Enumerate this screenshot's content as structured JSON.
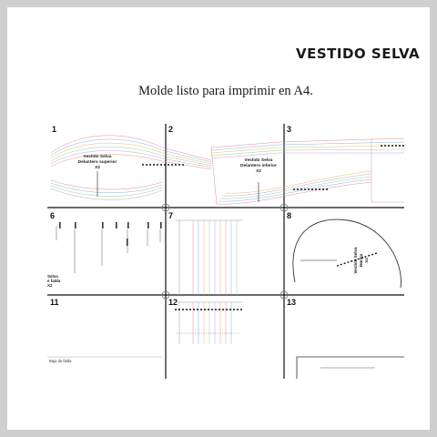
{
  "brand": {
    "title": "VESTIDO SELVA"
  },
  "caption": {
    "text": "Molde listo para imprimir en A4."
  },
  "pattern": {
    "page_numbers": [
      "1",
      "2",
      "3",
      "6",
      "7",
      "8",
      "11",
      "12",
      "13"
    ],
    "piece_labels": {
      "front_upper": [
        "Vestido Selva",
        "Delantero superior",
        "X2"
      ],
      "front_lower": [
        "Vestido Selva",
        "Delantero inferior",
        "X2"
      ],
      "sleeve": [
        "Vestido Selva",
        "Manga",
        "X4"
      ],
      "left_side": [
        "Selva",
        "e falda",
        "X2"
      ],
      "skirt_hem": "Bajo de falda"
    }
  }
}
